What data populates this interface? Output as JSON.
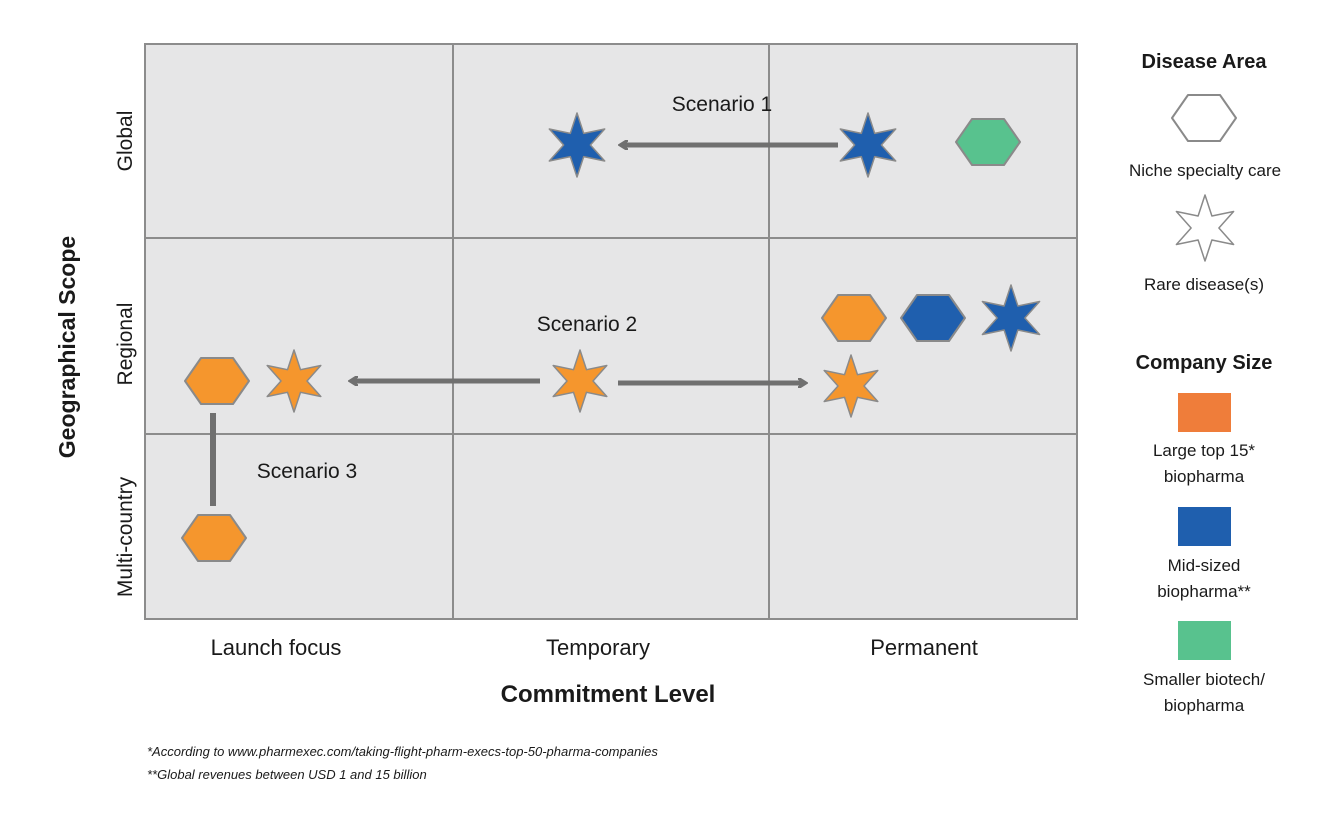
{
  "diagram": {
    "y_axis_title": "Geographical Scope",
    "x_axis_title": "Commitment Level",
    "rows": [
      "Global",
      "Regional",
      "Multi-country"
    ],
    "columns": [
      "Launch focus",
      "Temporary",
      "Permanent"
    ],
    "scenarios": [
      "Scenario 1",
      "Scenario 2",
      "Scenario 3"
    ]
  },
  "legend": {
    "disease_area_title": "Disease Area",
    "niche_label": "Niche specialty care",
    "rare_label": "Rare disease(s)",
    "company_size_title": "Company Size",
    "large_label_1": "Large top 15*",
    "large_label_2": "biopharma",
    "mid_label_1": "Mid-sized",
    "mid_label_2": "biopharma**",
    "small_label_1": "Smaller biotech/",
    "small_label_2": "biopharma"
  },
  "footnotes": [
    "*According to www.pharmexec.com/taking-flight-pharm-execs-top-50-pharma-companies",
    "**Global revenues between USD 1 and 15 billion"
  ],
  "colors": {
    "grid_bg": "#e6e6e7",
    "grid_line": "#8c8c8c",
    "arrow": "#707070",
    "large": "#f5962d",
    "large_legend": "#ef7d3a",
    "mid": "#1f5fae",
    "small": "#58c28e",
    "shape_stroke": "#8a8a8a"
  },
  "icons": {
    "hexagon": "hexagon-icon",
    "star": "six-point-star-icon"
  }
}
